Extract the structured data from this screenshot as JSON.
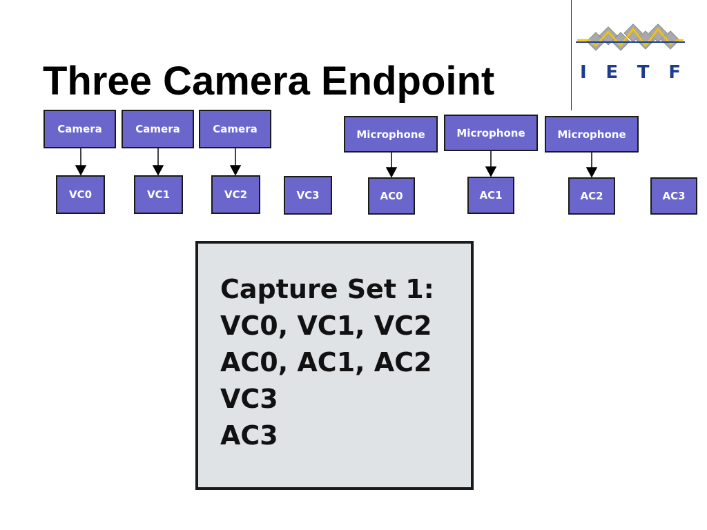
{
  "slide": {
    "title": "Three Camera Endpoint"
  },
  "logo": {
    "letters": [
      "I",
      "E",
      "T",
      "F"
    ],
    "colors": {
      "diamond": "#a9a9a9",
      "line": "#f5c400",
      "letters": "#1b3d8c"
    }
  },
  "diagram": {
    "box_color": "#6a66cc",
    "cameras": [
      {
        "label": "Camera",
        "capture": "VC0"
      },
      {
        "label": "Camera",
        "capture": "VC1"
      },
      {
        "label": "Camera",
        "capture": "VC2"
      }
    ],
    "extra_video_capture": "VC3",
    "microphones": [
      {
        "label": "Microphone",
        "capture": "AC0"
      },
      {
        "label": "Microphone",
        "capture": "AC1"
      },
      {
        "label": "Microphone",
        "capture": "AC2"
      }
    ],
    "extra_audio_capture": "AC3"
  },
  "capture_set": {
    "lines": [
      "Capture Set 1:",
      "VC0, VC1, VC2",
      "AC0, AC1, AC2",
      "VC3",
      "AC3"
    ]
  }
}
